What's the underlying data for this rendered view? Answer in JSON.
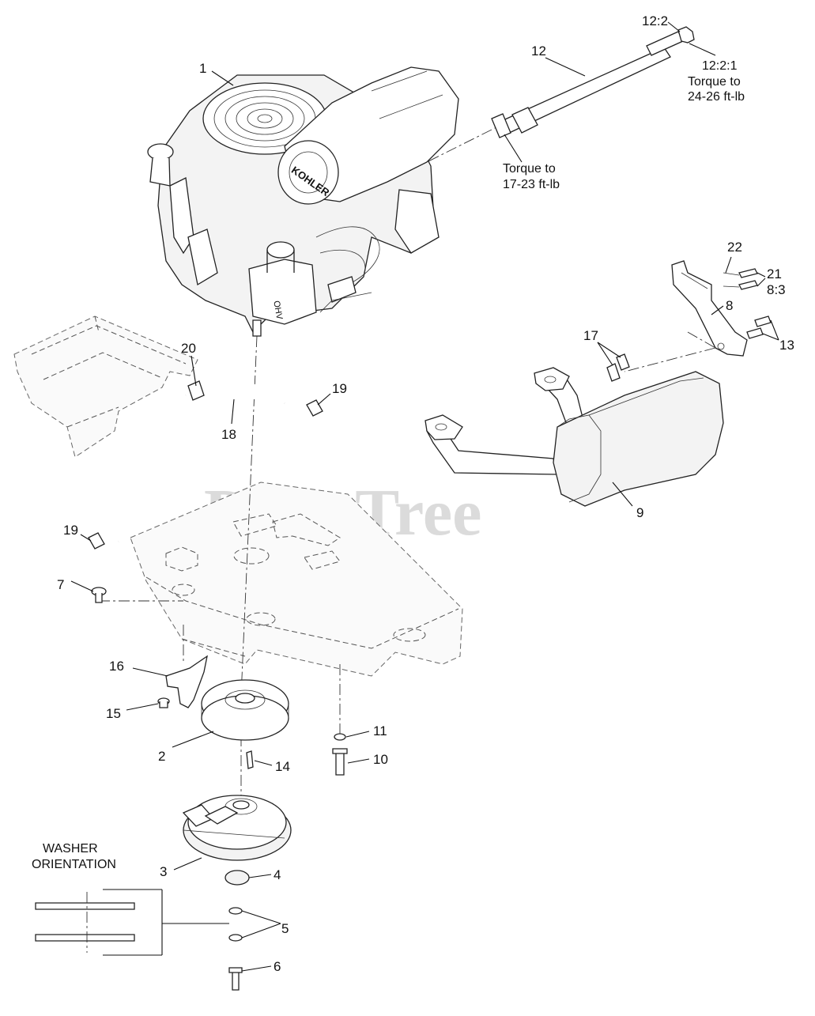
{
  "watermark": {
    "text": "PartsTree",
    "tm": "TM"
  },
  "callouts": [
    {
      "id": "c1",
      "text": "1"
    },
    {
      "id": "c2",
      "text": "2"
    },
    {
      "id": "c3",
      "text": "3"
    },
    {
      "id": "c4",
      "text": "4"
    },
    {
      "id": "c5",
      "text": "5"
    },
    {
      "id": "c6",
      "text": "6"
    },
    {
      "id": "c7",
      "text": "7"
    },
    {
      "id": "c8",
      "text": "8"
    },
    {
      "id": "c9",
      "text": "9"
    },
    {
      "id": "c10",
      "text": "10"
    },
    {
      "id": "c11",
      "text": "11"
    },
    {
      "id": "c12",
      "text": "12"
    },
    {
      "id": "c12_2",
      "text": "12:2"
    },
    {
      "id": "c13",
      "text": "13"
    },
    {
      "id": "c14",
      "text": "14"
    },
    {
      "id": "c15",
      "text": "15"
    },
    {
      "id": "c16",
      "text": "16"
    },
    {
      "id": "c17",
      "text": "17"
    },
    {
      "id": "c18",
      "text": "18"
    },
    {
      "id": "c19a",
      "text": "19"
    },
    {
      "id": "c19b",
      "text": "19"
    },
    {
      "id": "c20",
      "text": "20"
    },
    {
      "id": "c21",
      "text": "21"
    },
    {
      "id": "c21b",
      "text": "8:3"
    },
    {
      "id": "c22",
      "text": "22"
    }
  ],
  "notes": {
    "nut_callout": "12:2:1",
    "nut_torque_1": "Torque to",
    "nut_torque_2": "24-26 ft-lb",
    "shaft_torque_1": "Torque to",
    "shaft_torque_2": "17-23 ft-lb",
    "washer_1": "WASHER",
    "washer_2": "ORIENTATION"
  },
  "engine_brand": "KOHLER"
}
